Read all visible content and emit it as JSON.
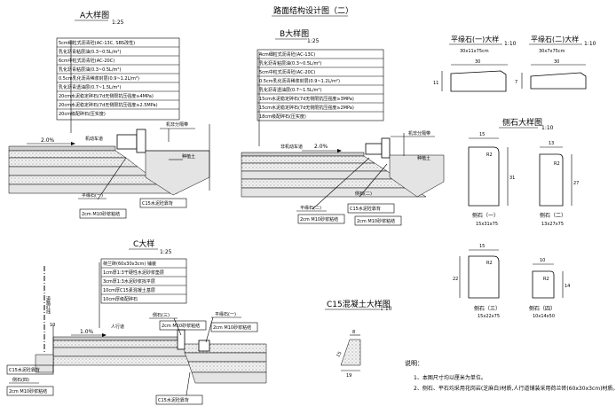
{
  "title": "路面结构设计图（二）",
  "detailA": {
    "heading": "A大样图",
    "scale": "1:25",
    "layers": [
      "5cm细粒式沥青砼(AC-13C, SBS改性)",
      "乳化沥青粘层油(0.3~0.5L/m²)",
      "6cm中粒式沥青砼(AC-20C)",
      "乳化沥青粘层油(0.3~0.5L/m²)",
      "0.5cm乳化沥青稀浆封层(0.9~1.2L/m²)",
      "乳化沥青透油层(0.7~1.5L/m²)",
      "20cm水泥稳定碎石(7d无侧限抗压强度≥4MPa)",
      "20cm水泥稳定碎石(7d无侧限抗压强度≥2.5MPa)",
      "20cm级配碎石(压实度)"
    ],
    "slope": "2.0%",
    "lane_label": "机动车道",
    "sep_label": "机非分隔带",
    "soil_label": "种植土",
    "curb_label": "平缘石(一)",
    "mortar_label": "2cm M10砂浆粘结",
    "concrete_label": "C15水泥砼靠背"
  },
  "detailB": {
    "heading": "B大样图",
    "scale": "1:25",
    "layers": [
      "4cm细粒式沥青砼(AC-13C)",
      "乳化沥青粘层油(0.3~0.5L/m²)",
      "5cm中粒式沥青砼(AC-20C)",
      "0.5cm乳化沥青稀浆封层(0.9~1.2L/m²)",
      "乳化沥青透油层(0.7~1.5L/m²)",
      "15cm水泥稳定碎石(7d无侧限抗压强度≥3MPa)",
      "15cm水泥稳定碎石(7d无侧限抗压强度≥2MPa)",
      "18cm级配碎石(压实度)"
    ],
    "slope": "2.0%",
    "lane_label": "非机动车道",
    "sep_label": "机非分隔带",
    "soil_label": "种植土",
    "curb_label": "平缘石(二)",
    "mortar_label": "2cm M10砂浆粘结",
    "concrete_label": "C15水泥砼靠背",
    "curb2_label": "侧石(二)",
    "mortar2_label": "2cm M10砂浆粘结"
  },
  "detailC": {
    "heading": "C大样",
    "scale": "1:25",
    "layers": [
      "荷兰砖(60x30x3cm) 铺装",
      "1cm厚1:3干硬性水泥砂浆垫层",
      "3cm厚1:3水泥砂浆找平层",
      "10cm厚C15素混凝土基层",
      "10cm厚级配碎石"
    ],
    "red_line": "道路红线",
    "dim_10": "10",
    "slope": "1.0%",
    "walk_label": "人行道",
    "curb3_label": "侧石(三)",
    "mortar3_label": "2cm M10砂浆粘结",
    "flat_label": "平缘石(一)",
    "mortar4_label": "2cm M10砂浆粘结",
    "concrete_left": "C15水泥砼靠背",
    "curb4_label": "侧石(四)",
    "mortar5_label": "2cm M10砂浆粘结",
    "concrete_right": "C15水泥砼靠背"
  },
  "c15": {
    "heading": "C15混凝土大样图",
    "scale": "1:10",
    "dim_top": "8",
    "dim_side": "15",
    "dim_bottom": "19"
  },
  "flatStone1": {
    "heading": "平缘石(一)大样",
    "scale": "1:10",
    "size": "30x11x75cm",
    "dim_w": "30",
    "dim_h": "11"
  },
  "flatStone2": {
    "heading": "平缘石(二)大样",
    "scale": "1:10",
    "size": "30x7x75cm",
    "dim_w": "30",
    "dim_h": "7"
  },
  "sideStone": {
    "heading": "侧石大样图",
    "scale": "1:10",
    "s1": {
      "label": "侧石（一）",
      "size": "15x31x75",
      "dim_w": "15",
      "dim_h": "31",
      "radius": "R2"
    },
    "s2": {
      "label": "侧石（二）",
      "size": "13x27x75",
      "dim_w": "13",
      "dim_h": "27",
      "radius": "R2"
    },
    "s3": {
      "label": "侧石（三）",
      "size": "15x22x75",
      "dim_w": "15",
      "dim_h": "22",
      "radius": "R2"
    },
    "s4": {
      "label": "侧石（四）",
      "size": "10x14x50",
      "dim_w": "10",
      "dim_h": "14",
      "radius": "R2"
    }
  },
  "notes": {
    "title": "说明：",
    "items": [
      "1、本图尺寸均以厘米为单位。",
      "2、侧石、平石均采用花岗岩(芝麻白)材质,人行道铺装采用荷兰砖(60x30x3cm)材质。"
    ]
  }
}
